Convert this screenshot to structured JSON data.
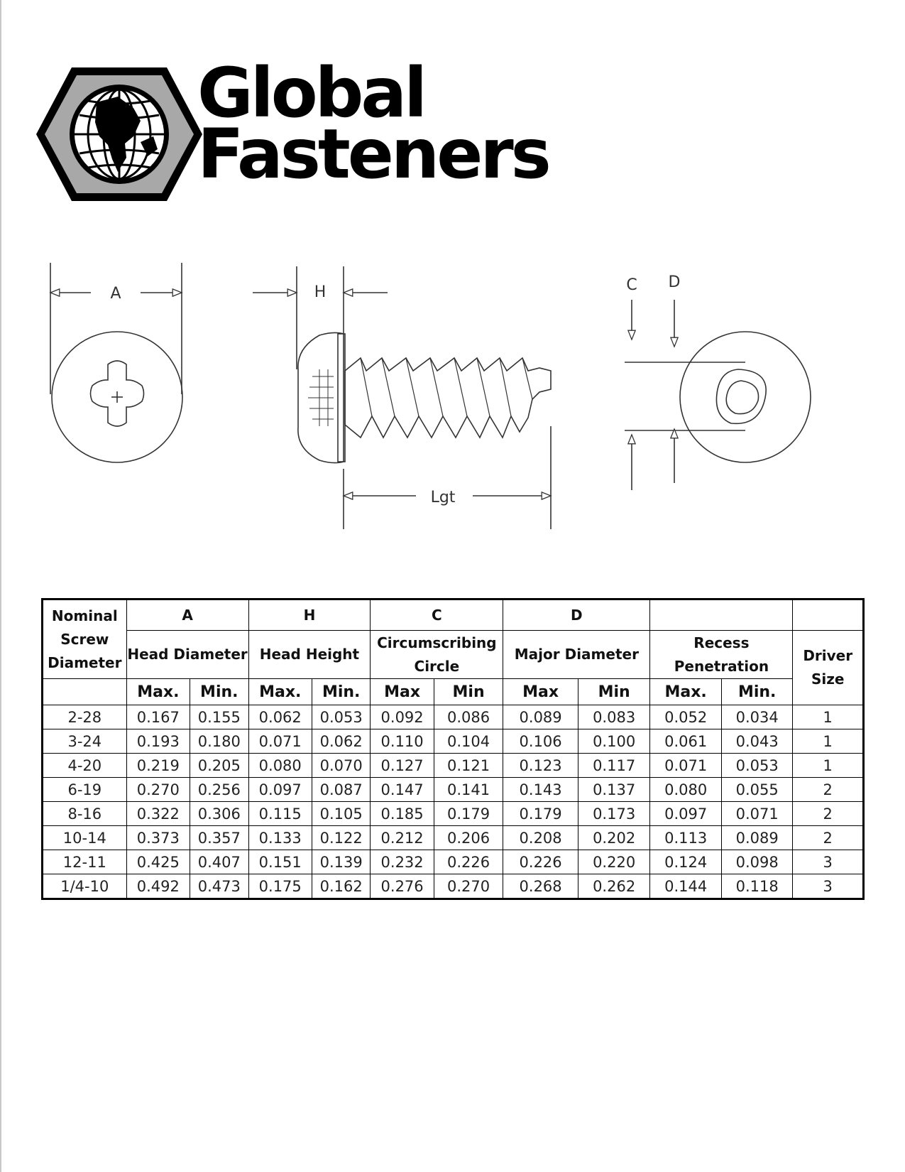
{
  "brand": {
    "line1": "Global",
    "line2": "Fasteners"
  },
  "drawing_labels": {
    "a": "A",
    "h": "H",
    "c": "C",
    "d": "D",
    "lgt": "Lgt"
  },
  "table": {
    "col_letters": [
      "A",
      "H",
      "C",
      "D",
      "",
      ""
    ],
    "first_header": "Nominal Screw Diameter",
    "groups": [
      "Head Diameter",
      "Head Height",
      "Circumscribing Circle",
      "Major Diameter",
      "Recess Penetration",
      "Driver Size"
    ],
    "subheaders": [
      "Max.",
      "Min.",
      "Max.",
      "Min.",
      "Max",
      "Min",
      "Max",
      "Min",
      "Max.",
      "Min."
    ],
    "rows": [
      [
        "2-28",
        "0.167",
        "0.155",
        "0.062",
        "0.053",
        "0.092",
        "0.086",
        "0.089",
        "0.083",
        "0.052",
        "0.034",
        "1"
      ],
      [
        "3-24",
        "0.193",
        "0.180",
        "0.071",
        "0.062",
        "0.110",
        "0.104",
        "0.106",
        "0.100",
        "0.061",
        "0.043",
        "1"
      ],
      [
        "4-20",
        "0.219",
        "0.205",
        "0.080",
        "0.070",
        "0.127",
        "0.121",
        "0.123",
        "0.117",
        "0.071",
        "0.053",
        "1"
      ],
      [
        "6-19",
        "0.270",
        "0.256",
        "0.097",
        "0.087",
        "0.147",
        "0.141",
        "0.143",
        "0.137",
        "0.080",
        "0.055",
        "2"
      ],
      [
        "8-16",
        "0.322",
        "0.306",
        "0.115",
        "0.105",
        "0.185",
        "0.179",
        "0.179",
        "0.173",
        "0.097",
        "0.071",
        "2"
      ],
      [
        "10-14",
        "0.373",
        "0.357",
        "0.133",
        "0.122",
        "0.212",
        "0.206",
        "0.208",
        "0.202",
        "0.113",
        "0.089",
        "2"
      ],
      [
        "12-11",
        "0.425",
        "0.407",
        "0.151",
        "0.139",
        "0.232",
        "0.226",
        "0.226",
        "0.220",
        "0.124",
        "0.098",
        "3"
      ],
      [
        "1/4-10",
        "0.492",
        "0.473",
        "0.175",
        "0.162",
        "0.276",
        "0.270",
        "0.268",
        "0.262",
        "0.144",
        "0.118",
        "3"
      ]
    ]
  }
}
